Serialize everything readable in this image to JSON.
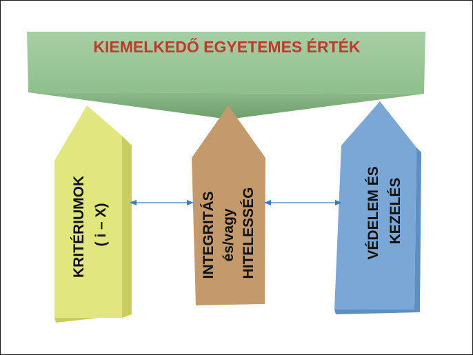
{
  "roof": {
    "title": "KIEMELKEDŐ EGYETEMES ÉRTÉK",
    "color": "#9fca9d",
    "title_color": "#c0392b"
  },
  "pillars": [
    {
      "id": "criteria",
      "lines": [
        "KRITÉRIUMOK",
        "( i – X)"
      ],
      "color": "#e2e67e"
    },
    {
      "id": "integrity",
      "lines": [
        "INTEGRITÁS",
        "és/vagy",
        "HITELESSÉG"
      ],
      "color": "#c49a6c"
    },
    {
      "id": "protection",
      "lines": [
        "VÉDELEM ÉS",
        "KEZELÉS"
      ],
      "color": "#7aa7d6"
    }
  ],
  "connectors": [
    {
      "from": "criteria",
      "to": "integrity",
      "style": "double-arrow",
      "color": "#3b7cc4"
    },
    {
      "from": "integrity",
      "to": "protection",
      "style": "double-arrow",
      "color": "#3b7cc4"
    }
  ]
}
